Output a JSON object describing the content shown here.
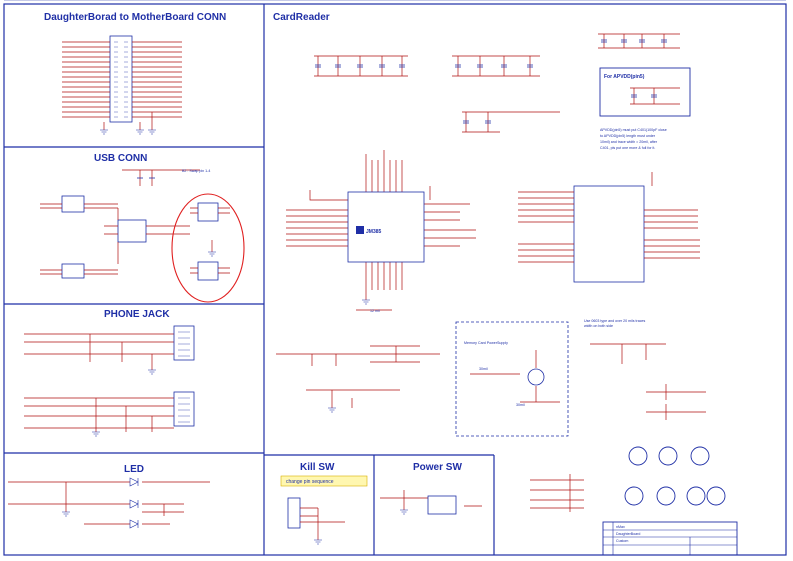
{
  "panels": {
    "daughter": "DaughterBorad to MotherBoard CONN",
    "cardreader": "CardReader",
    "usb": "USB CONN",
    "phone": "PHONE JACK",
    "led": "LED",
    "kill": "Kill SW",
    "power": "Power SW"
  },
  "notes": {
    "swap": "B2 : Swap pin 1-4",
    "apvdd_title": "For APVDD(pin5)",
    "apvdd_text": [
      "APVDD(pin5) must put C401(100pF close",
      "to APVDD(pin5) length must under",
      "10mil) and trace width = 20mil, after",
      "C401, pls put one more & full for it."
    ],
    "memcard": "Memory Card PowerSupply",
    "mil30a": "30mil",
    "mil30b": "30mil",
    "mil12": "12 mil",
    "use0603": [
      "Use 0603 type and over 20 mils traces",
      "width on both side"
    ],
    "kill_note": "change pin sequence",
    "chip_name": "JM385"
  },
  "title_block": {
    "line1": "nMax",
    "line2": "DaughterBoard",
    "line3": "Custom"
  },
  "colors": {
    "wire": "#b01010",
    "component": "#1f2fa6",
    "highlight": "#e02020",
    "note_bg": "#fff7b0",
    "background": "#ffffff"
  }
}
